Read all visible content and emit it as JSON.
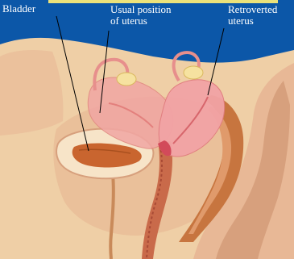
{
  "diagram": {
    "labels": {
      "bladder": "Bladder",
      "usual_position": [
        "Usual position",
        "of uterus"
      ],
      "retroverted": [
        "Retroverted",
        "uterus"
      ]
    },
    "colors": {
      "background": "#0c57a8",
      "skin": "#efcfa6",
      "tissue_dark": "#d7a07d",
      "tissue_mid": "#e8b896",
      "uterus_usual": "#f1a6a3",
      "uterus_retroverted": "#f2a3a5",
      "bladder_fill": "#f7e4c8",
      "bladder_inner": "#c9652f",
      "rectum": "#c7753f",
      "ovary": "#f6e2a0",
      "top_strip": "#ece27a"
    }
  }
}
